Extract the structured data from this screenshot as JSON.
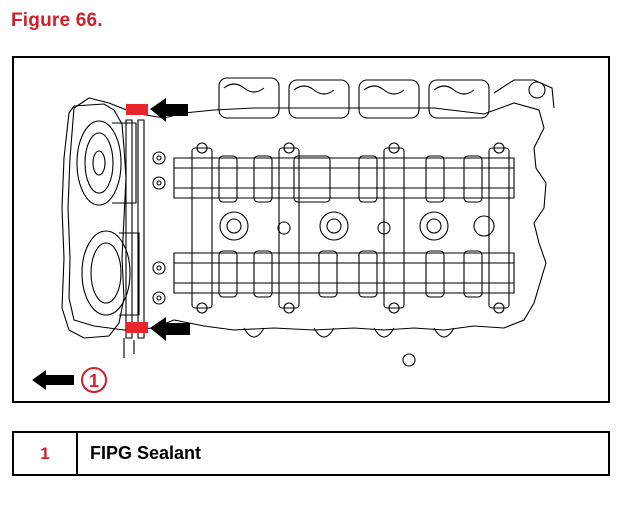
{
  "figure": {
    "title": "Figure 66."
  },
  "diagram": {
    "callout_number": "1",
    "accent_color": "#d0202a",
    "sealant_mark_color": "#e8262d",
    "content": "engine cylinder head with camshafts, timing chain and FIPG sealant application points"
  },
  "legend": {
    "rows": [
      {
        "number": "1",
        "description": "FIPG Sealant"
      }
    ]
  }
}
